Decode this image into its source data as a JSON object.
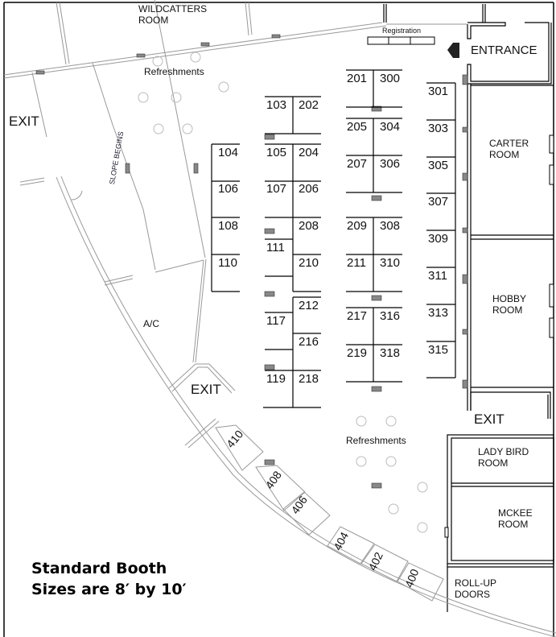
{
  "floor_plan": {
    "rooms": {
      "wildcatters": "WILDCATTERS\nROOM",
      "carter": "CARTER\nROOM",
      "hobby": "HOBBY\nROOM",
      "lady_bird": "LADY BIRD\nROOM",
      "mckee": "MCKEE\nROOM",
      "roll_up": "ROLL-UP\nDOORS",
      "ac": "A/C"
    },
    "labels": {
      "entrance": "ENTRANCE",
      "registration": "Registration",
      "exit_left": "EXIT",
      "exit_middle": "EXIT",
      "exit_right": "EXIT",
      "refreshments_top": "Refreshments",
      "refreshments_bottom": "Refreshments",
      "slope": "SLOPE BEGINS"
    },
    "note": {
      "line1": "Standard Booth",
      "line2": "Sizes are 8′ by 10′"
    },
    "booths": {
      "b103": "103",
      "b202": "202",
      "b104": "104",
      "b106": "106",
      "b108": "108",
      "b110": "110",
      "b105": "105",
      "b204": "204",
      "b107": "107",
      "b206": "206",
      "b208": "208",
      "b111": "111",
      "b210": "210",
      "b212": "212",
      "b117": "117",
      "b216": "216",
      "b119": "119",
      "b218": "218",
      "b201": "201",
      "b300": "300",
      "b205": "205",
      "b304": "304",
      "b207": "207",
      "b306": "306",
      "b209": "209",
      "b308": "308",
      "b211": "211",
      "b310": "310",
      "b217": "217",
      "b316": "316",
      "b219": "219",
      "b318": "318",
      "b301": "301",
      "b303": "303",
      "b305": "305",
      "b307": "307",
      "b309": "309",
      "b311": "311",
      "b313": "313",
      "b315": "315",
      "b410": "410",
      "b408": "408",
      "b406": "406",
      "b404": "404",
      "b402": "402",
      "b400": "400"
    },
    "colors": {
      "wall": "#000000",
      "thin_wall": "#9a9a9a",
      "column": "#8a8a8a",
      "table_circle": "#b5b5b5"
    }
  }
}
